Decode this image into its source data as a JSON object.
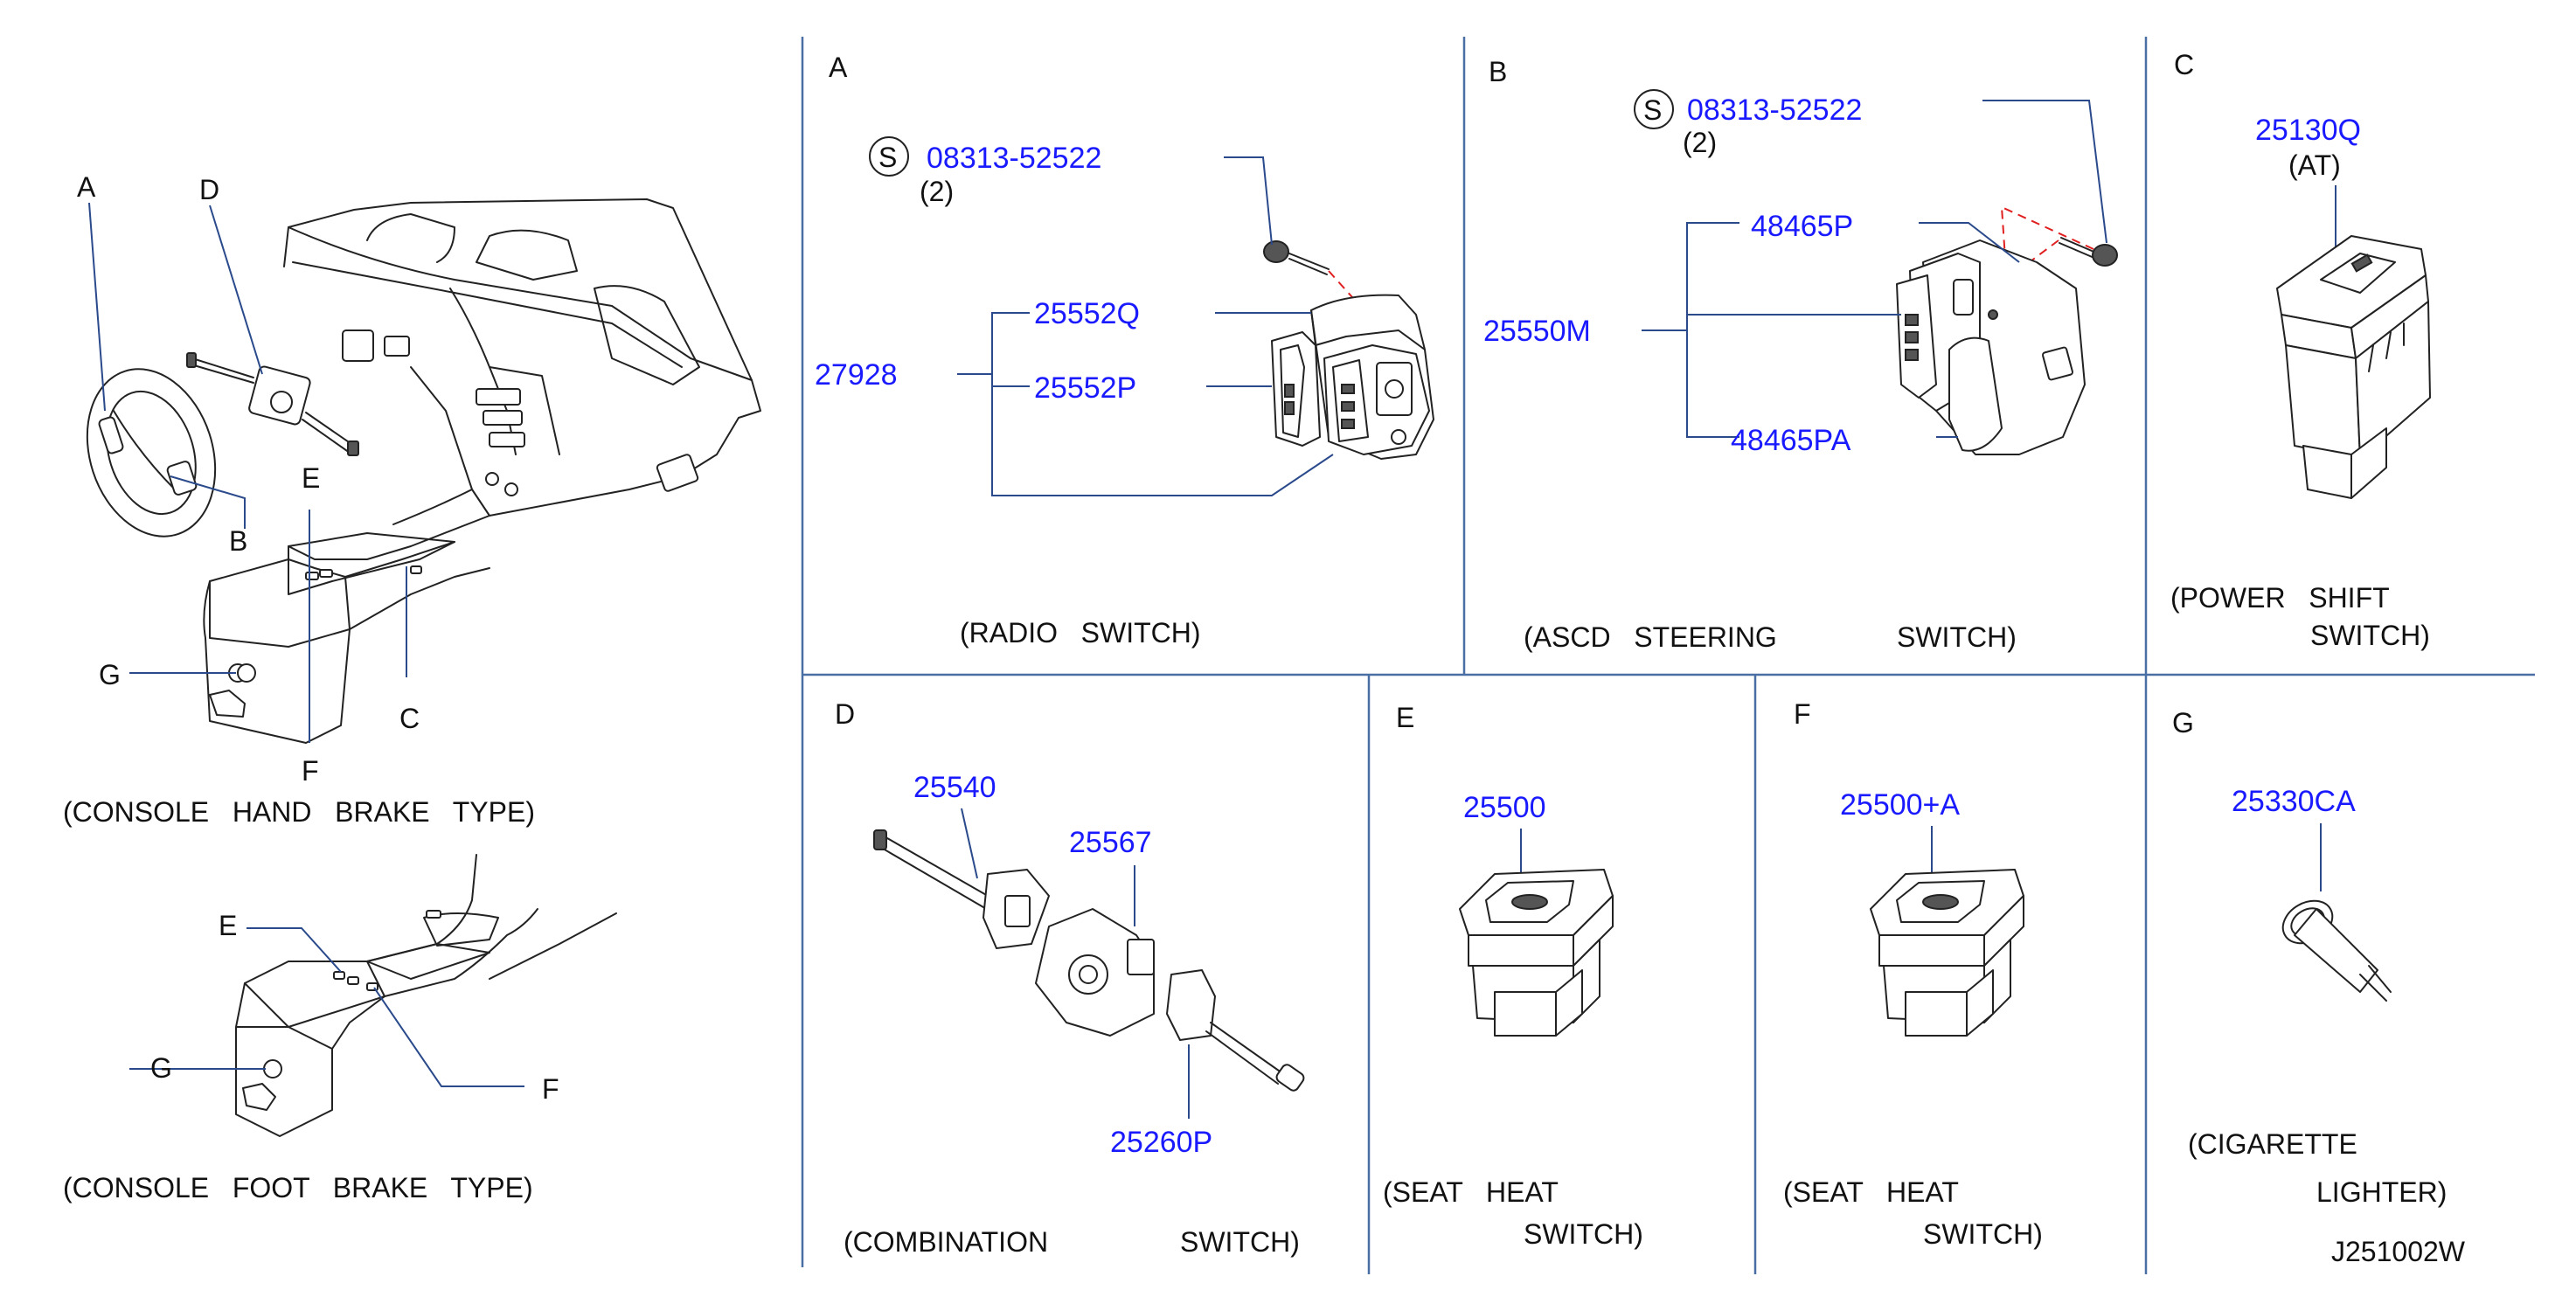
{
  "overview": {
    "labels": {
      "A": "A",
      "B": "B",
      "C": "C",
      "D": "D",
      "E": "E",
      "F": "F",
      "G": "G"
    },
    "lower_labels": {
      "E": "E",
      "F": "F",
      "G": "G"
    },
    "caption_hand": "(CONSOLE   HAND   BRAKE   TYPE)",
    "caption_foot": "(CONSOLE   FOOT   BRAKE   TYPE)"
  },
  "panels": {
    "A": {
      "letter": "A",
      "s_mark": "S",
      "screw_part": "08313-52522",
      "screw_qty": "(2)",
      "parts": [
        "25552Q",
        "27928",
        "25552P"
      ],
      "caption": "(RADIO   SWITCH)"
    },
    "B": {
      "letter": "B",
      "s_mark": "S",
      "screw_part": "08313-52522",
      "screw_qty": "(2)",
      "parts": [
        "48465P",
        "25550M",
        "48465PA"
      ],
      "caption1": "(ASCD   STEERING",
      "caption2": "SWITCH)"
    },
    "C": {
      "letter": "C",
      "part": "25130Q",
      "note": "(AT)",
      "caption1": "(POWER   SHIFT",
      "caption2": "SWITCH)"
    },
    "D": {
      "letter": "D",
      "parts": [
        "25540",
        "25567",
        "25260P"
      ],
      "caption1": "(COMBINATION",
      "caption2": "SWITCH)"
    },
    "E": {
      "letter": "E",
      "part": "25500",
      "caption1": "(SEAT   HEAT",
      "caption2": "SWITCH)"
    },
    "F": {
      "letter": "F",
      "part": "25500+A",
      "caption1": "(SEAT   HEAT",
      "caption2": "SWITCH)"
    },
    "G": {
      "letter": "G",
      "part": "25330CA",
      "caption1": "(CIGARETTE",
      "caption2": "LIGHTER)"
    }
  },
  "diagram_id": "J251002W",
  "colors": {
    "part_number": "#1a1aff",
    "divider": "#4a6fa5",
    "dashed_line": "#e02020",
    "text": "#111111"
  }
}
